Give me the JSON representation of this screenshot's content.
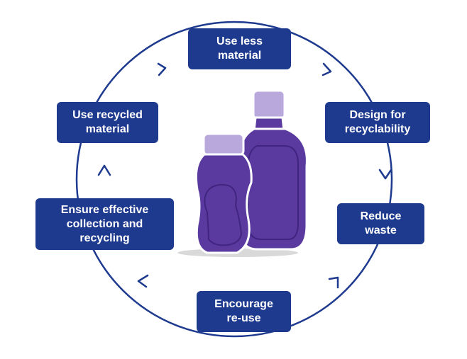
{
  "diagram": {
    "steps": [
      {
        "id": "use_less",
        "label": "Use less\nmaterial"
      },
      {
        "id": "design",
        "label": "Design for\nrecyclability"
      },
      {
        "id": "reduce",
        "label": "Reduce\nwaste"
      },
      {
        "id": "encourage",
        "label": "Encourage\nre-use"
      },
      {
        "id": "ensure",
        "label": "Ensure effective\ncollection and\nrecycling"
      },
      {
        "id": "use_recycled",
        "label": "Use recycled\nmaterial"
      }
    ],
    "flow_direction": "clockwise",
    "center_image": "two-plastic-bottles-illustration",
    "colors": {
      "box_fill": "#1e3a8f",
      "box_text": "#ffffff",
      "cycle_line": "#1e3a8f",
      "bottle_body": "#5b3aa0",
      "bottle_cap": "#b9a8dc",
      "bottle_outline": "#ffffff",
      "shadow": "#d9d9d9"
    }
  }
}
